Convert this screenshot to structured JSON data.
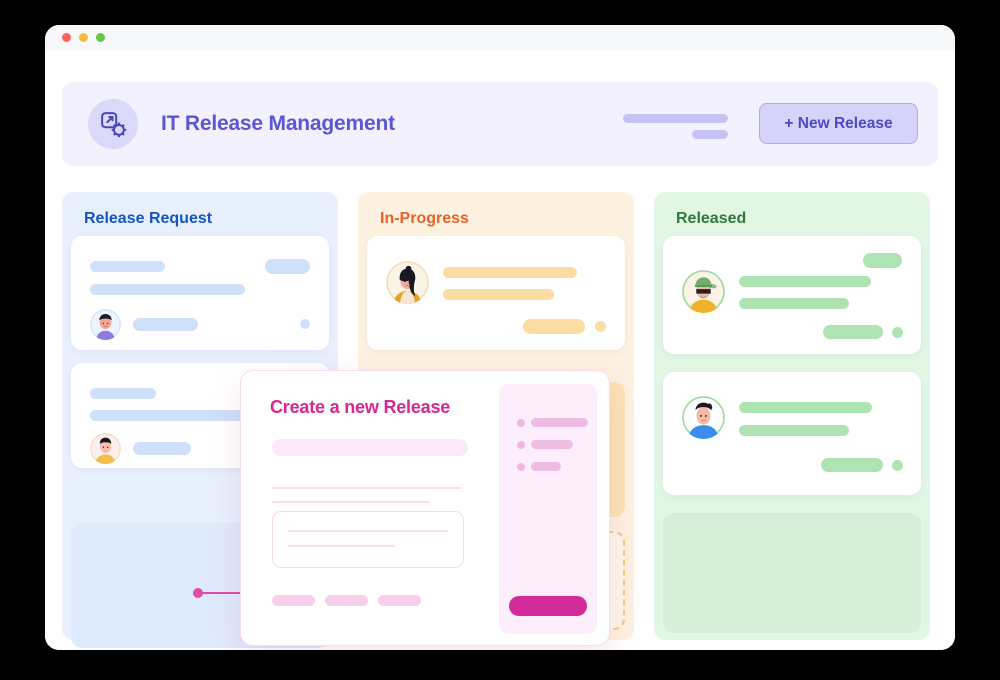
{
  "window": {
    "traffic_lights": [
      {
        "name": "close",
        "color": "#f9675b"
      },
      {
        "name": "minimize",
        "color": "#f9bc3f"
      },
      {
        "name": "maximize",
        "color": "#62c74c"
      }
    ]
  },
  "header": {
    "title": "IT Release Management",
    "title_color": "#5c56d4",
    "icon": "release-settings-icon",
    "icon_bg": "#dbd9fa",
    "bg": "#f2f1fd",
    "placeholder_bars": [
      {
        "name": "header-placeholder-bar-long",
        "width": 105
      },
      {
        "name": "header-placeholder-bar-short",
        "width": 36
      }
    ],
    "new_release_button": {
      "label": "+ New Release",
      "bg": "#d6d3fb",
      "border": "#b0aaf2",
      "text_color": "#4f49c8"
    }
  },
  "board": {
    "columns": [
      {
        "id": "release-request",
        "title": "Release Request",
        "title_color": "#1555c0",
        "bg": "#e8f0fd",
        "accent": "#cfe0fb",
        "cards": [
          {
            "id": "card-rr-1",
            "avatar": "avatar-person-purple-hoodie",
            "has_tag": true,
            "has_status_dot": true
          },
          {
            "id": "card-rr-2",
            "avatar": "avatar-person-yellow-top",
            "has_tag": false,
            "has_status_dot": false
          }
        ],
        "placeholder": {
          "type": "drop-ghost",
          "color": "#dfeafc"
        }
      },
      {
        "id": "in-progress",
        "title": "In-Progress",
        "title_color": "#e8622a",
        "bg": "#fdf1e0",
        "accent": "#fbdda4",
        "cards": [
          {
            "id": "card-ip-1",
            "avatar": "avatar-person-long-black-hair",
            "has_tag": true,
            "has_status_dot": true
          }
        ],
        "dragging_card": {
          "type": "drag-preview",
          "color": "#fce3b4"
        },
        "dropzone": {
          "type": "dashed-dropzone",
          "border_color": "#f6c880"
        }
      },
      {
        "id": "released",
        "title": "Released",
        "title_color": "#2f7a3d",
        "bg": "#e2f6e4",
        "accent": "#aee4b1",
        "cards": [
          {
            "id": "card-rl-1",
            "avatar": "avatar-person-green-cap",
            "has_tag": true,
            "has_status_dot": true
          },
          {
            "id": "card-rl-2",
            "avatar": "avatar-person-blue-shirt",
            "has_tag": true,
            "has_status_dot": true
          }
        ],
        "placeholder": {
          "type": "drop-ghost",
          "color": "#d5efd8"
        }
      }
    ]
  },
  "modal": {
    "title": "Create a new Release",
    "title_color": "#d9278f",
    "border_color": "#fadbee",
    "fields": [
      {
        "name": "release-name-field",
        "type": "filled-input"
      },
      {
        "name": "release-detail-line-1",
        "type": "rule"
      },
      {
        "name": "release-detail-line-2",
        "type": "rule"
      },
      {
        "name": "release-description-textarea",
        "type": "textarea"
      }
    ],
    "chips": [
      {
        "name": "modal-chip-1"
      },
      {
        "name": "modal-chip-2"
      },
      {
        "name": "modal-chip-3"
      }
    ],
    "side_panel": {
      "bg": "#fceefa",
      "checklist": [
        {
          "name": "checklist-item-1"
        },
        {
          "name": "checklist-item-2"
        },
        {
          "name": "checklist-item-3"
        }
      ],
      "submit_button": {
        "name": "modal-submit-button",
        "color": "#d42b9b"
      }
    }
  },
  "connector": {
    "name": "modal-source-connector",
    "color": "#e24ba5"
  }
}
